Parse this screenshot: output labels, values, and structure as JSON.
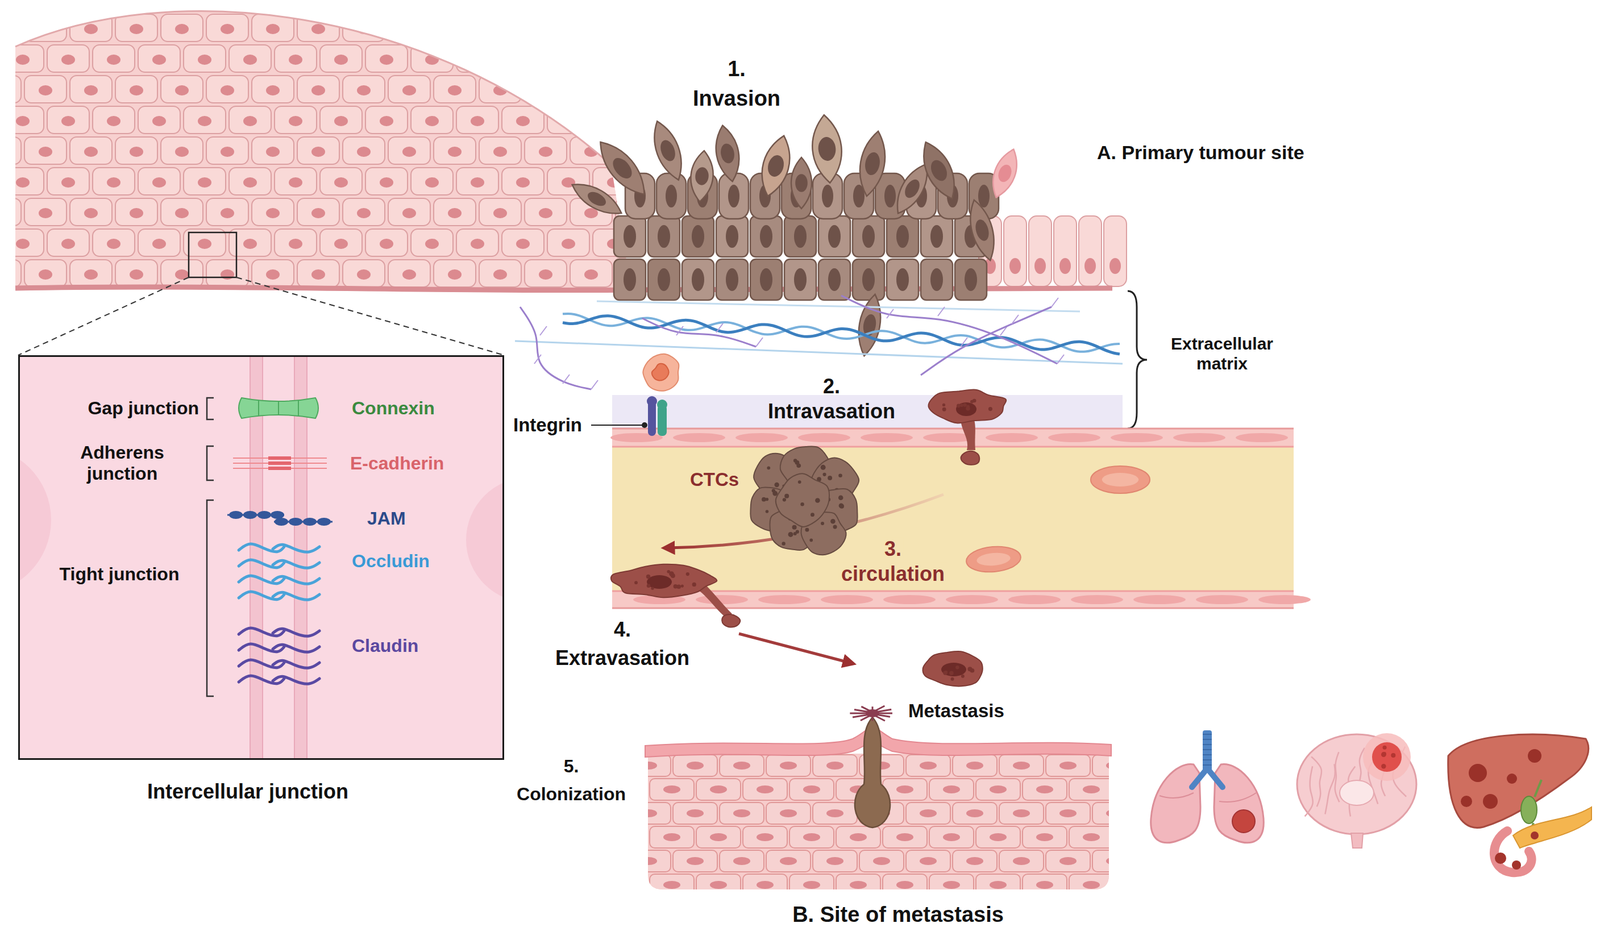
{
  "diagram": {
    "nodes": [
      {
        "text": [
          "Gap junction",
          "Connexin",
          "Adherens junction",
          "E-cadherin",
          "JAM",
          "Tight junction",
          "Occludin",
          "Claudin",
          "Intercellular junction"
        ]
      }
    ],
    "labels": [
      "1.",
      "Invasion",
      "A. Primary tumour site",
      "Extracellular matrix",
      "Integrin",
      "2.",
      "Intravasation",
      "CTCs",
      "3.",
      "circulation",
      "4.",
      "Extravasation",
      "Metastasis",
      "5.",
      "Colonization",
      "B. Site of metastasis"
    ]
  }
}
